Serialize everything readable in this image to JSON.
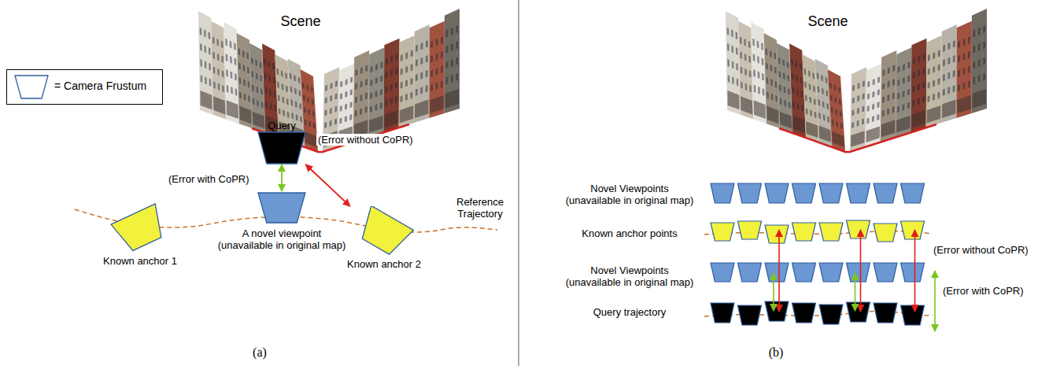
{
  "diagram": {
    "nodes": [
      {
        "text": [
          "Query"
        ]
      },
      {
        "text": [
          "A novel viewpoint (unavailable in original map)"
        ]
      },
      {
        "text": [
          "Known anchor 1"
        ]
      },
      {
        "text": [
          "Known anchor 2"
        ]
      }
    ],
    "edges": [
      {
        "from": 0,
        "to": 1,
        "arrow": "both",
        "label": "(Error with CoPR)"
      },
      {
        "from": 0,
        "to": 3,
        "arrow": "both",
        "label": "(Error without CoPR)"
      }
    ],
    "labels": [
      "Scene",
      "Reference Trajectory",
      "(a)",
      "Scene",
      "Novel Viewpoints (unavailable in original map)",
      "Known anchor points",
      "Novel Viewpoints (unavailable in original map)",
      "(Error without CoPR)",
      "Query trajectory",
      "(Error with CoPR)",
      "(b)"
    ],
    "legend": [
      {
        "text": "= Camera Frustum"
      }
    ]
  }
}
